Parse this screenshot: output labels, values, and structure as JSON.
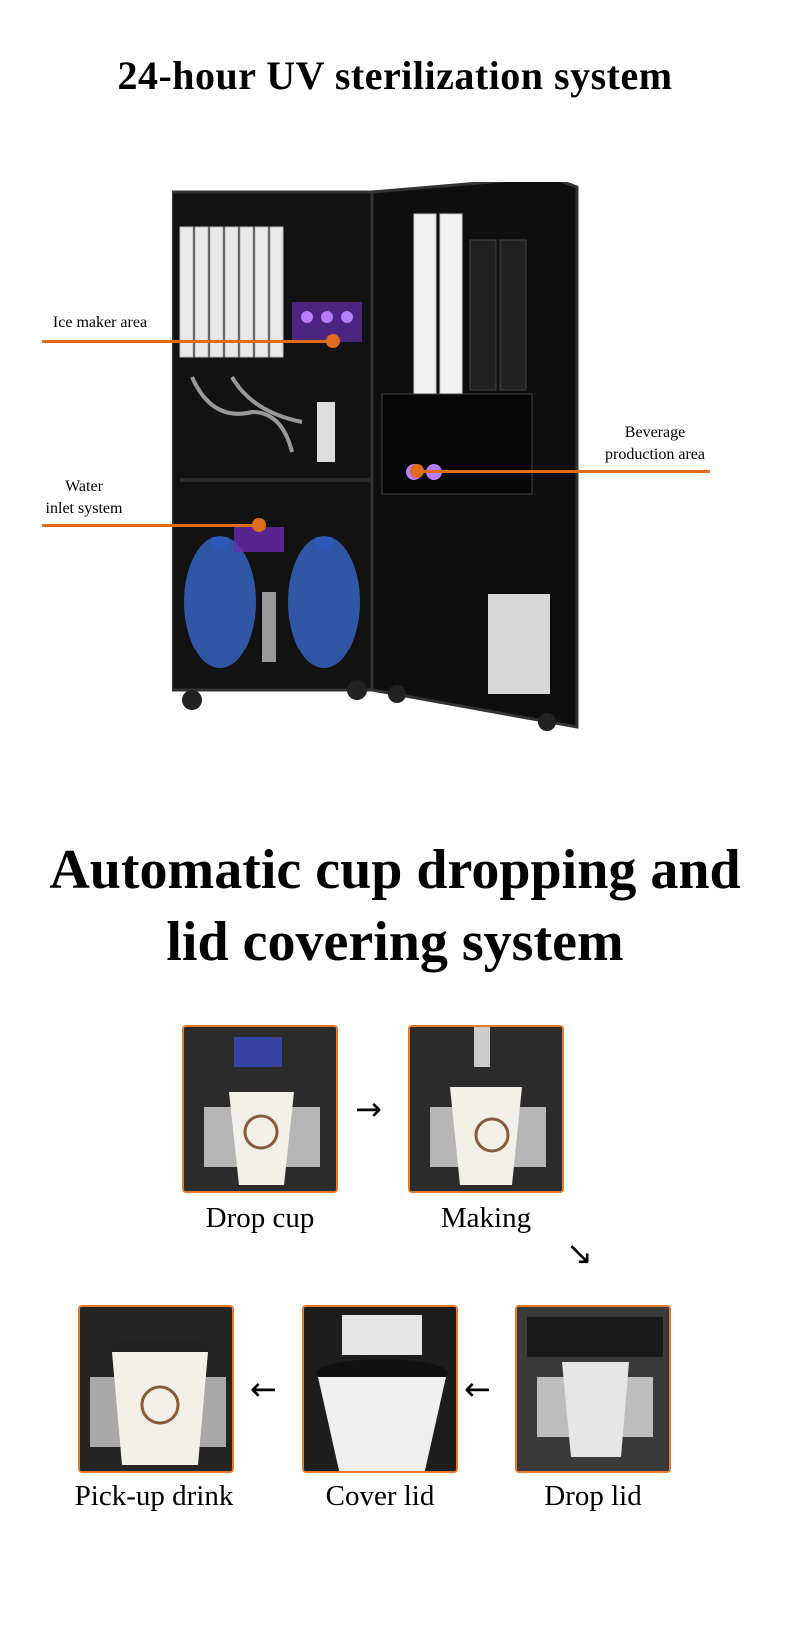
{
  "section1": {
    "title": "24-hour UV sterilization system",
    "callouts": {
      "ice_maker": "Ice maker area",
      "water_line1": "Water",
      "water_line2": "inlet system",
      "beverage_line1": "Beverage",
      "beverage_line2": "production area"
    }
  },
  "section2": {
    "title_line1": "Automatic cup dropping and",
    "title_line2": "lid covering system",
    "steps": [
      {
        "label": "Drop cup"
      },
      {
        "label": "Making"
      },
      {
        "label": "Drop lid"
      },
      {
        "label": "Cover lid"
      },
      {
        "label": "Pick-up drink"
      }
    ],
    "arrows": {
      "right": "→",
      "down_right": "↘",
      "left": "←"
    }
  },
  "colors": {
    "accent": "#e06b1a",
    "uv": "#8b3cf0"
  }
}
